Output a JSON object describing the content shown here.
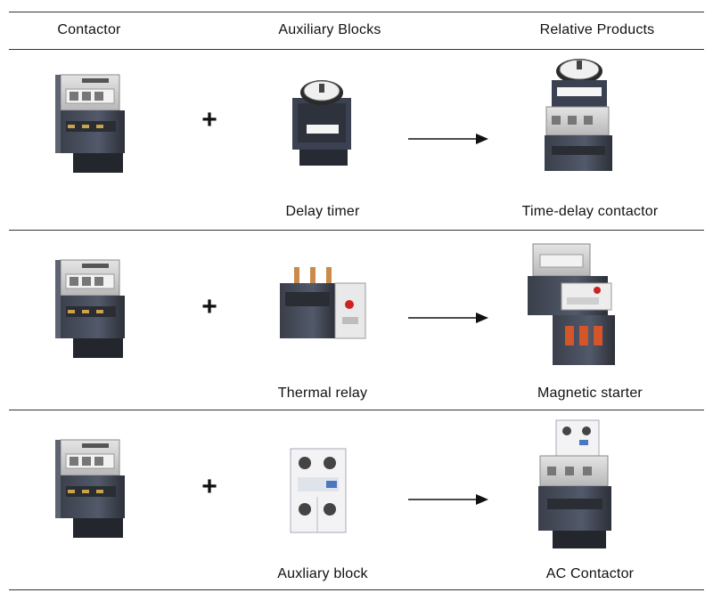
{
  "header": {
    "col1": "Contactor",
    "col2": "Auxiliary Blocks",
    "col3": "Relative Products"
  },
  "rows": [
    {
      "plus": "+",
      "block_label": "Delay timer",
      "product_label": "Time-delay contactor"
    },
    {
      "plus": "+",
      "block_label": "Thermal relay",
      "product_label": "Magnetic starter"
    },
    {
      "plus": "+",
      "block_label": "Auxliary block",
      "product_label": "AC Contactor"
    }
  ]
}
